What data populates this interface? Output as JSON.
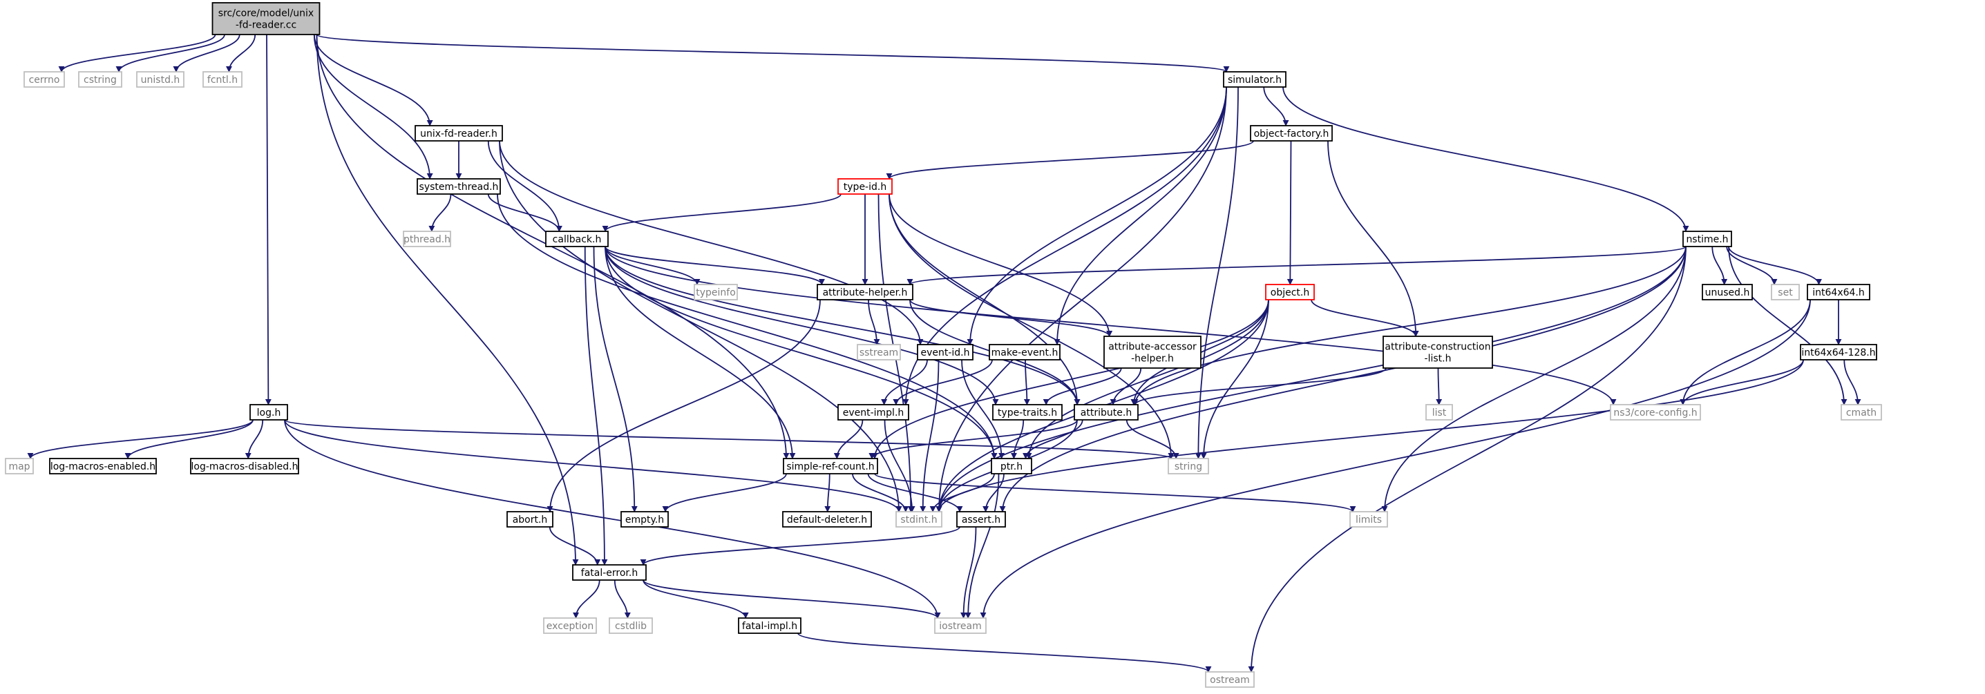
{
  "diagram": {
    "type": "include-dependency-graph",
    "colors": {
      "edge": "#191970",
      "border_default": "#000000",
      "border_external": "#bfbfbf",
      "border_truncated": "#ff0000",
      "fill_root": "#bfbfbf",
      "fill_default": "#ffffff",
      "text_default": "#000000",
      "text_external": "#7f7f7f"
    },
    "nodes": [
      {
        "id": "root",
        "lines": [
          "src/core/model/unix",
          "-fd-reader.cc"
        ],
        "kind": "root"
      },
      {
        "id": "cerrno",
        "lines": [
          "cerrno"
        ],
        "kind": "external"
      },
      {
        "id": "cstring",
        "lines": [
          "cstring"
        ],
        "kind": "external"
      },
      {
        "id": "unistd",
        "lines": [
          "unistd.h"
        ],
        "kind": "external"
      },
      {
        "id": "fcntl",
        "lines": [
          "fcntl.h"
        ],
        "kind": "external"
      },
      {
        "id": "simulator",
        "lines": [
          "simulator.h"
        ],
        "kind": "normal"
      },
      {
        "id": "unixfd",
        "lines": [
          "unix-fd-reader.h"
        ],
        "kind": "normal"
      },
      {
        "id": "objfactory",
        "lines": [
          "object-factory.h"
        ],
        "kind": "normal"
      },
      {
        "id": "systhread",
        "lines": [
          "system-thread.h"
        ],
        "kind": "normal"
      },
      {
        "id": "typeid",
        "lines": [
          "type-id.h"
        ],
        "kind": "truncated"
      },
      {
        "id": "pthread",
        "lines": [
          "pthread.h"
        ],
        "kind": "external"
      },
      {
        "id": "callback",
        "lines": [
          "callback.h"
        ],
        "kind": "normal"
      },
      {
        "id": "nstime",
        "lines": [
          "nstime.h"
        ],
        "kind": "normal"
      },
      {
        "id": "typeinfo",
        "lines": [
          "typeinfo"
        ],
        "kind": "external"
      },
      {
        "id": "attrhelper",
        "lines": [
          "attribute-helper.h"
        ],
        "kind": "normal"
      },
      {
        "id": "object",
        "lines": [
          "object.h"
        ],
        "kind": "truncated"
      },
      {
        "id": "unused",
        "lines": [
          "unused.h"
        ],
        "kind": "normal"
      },
      {
        "id": "set",
        "lines": [
          "set"
        ],
        "kind": "external"
      },
      {
        "id": "int64x64",
        "lines": [
          "int64x64.h"
        ],
        "kind": "normal"
      },
      {
        "id": "sstream",
        "lines": [
          "sstream"
        ],
        "kind": "external"
      },
      {
        "id": "eventid",
        "lines": [
          "event-id.h"
        ],
        "kind": "normal"
      },
      {
        "id": "makeevent",
        "lines": [
          "make-event.h"
        ],
        "kind": "normal"
      },
      {
        "id": "attraccessor",
        "lines": [
          "attribute-accessor",
          "-helper.h"
        ],
        "kind": "normal"
      },
      {
        "id": "attrconstr",
        "lines": [
          "attribute-construction",
          "-list.h"
        ],
        "kind": "normal"
      },
      {
        "id": "int128",
        "lines": [
          "int64x64-128.h"
        ],
        "kind": "normal"
      },
      {
        "id": "eventimpl",
        "lines": [
          "event-impl.h"
        ],
        "kind": "normal"
      },
      {
        "id": "typetraits",
        "lines": [
          "type-traits.h"
        ],
        "kind": "normal"
      },
      {
        "id": "attribute",
        "lines": [
          "attribute.h"
        ],
        "kind": "normal"
      },
      {
        "id": "list",
        "lines": [
          "list"
        ],
        "kind": "external"
      },
      {
        "id": "coreconfig",
        "lines": [
          "ns3/core-config.h"
        ],
        "kind": "external"
      },
      {
        "id": "cmath",
        "lines": [
          "cmath"
        ],
        "kind": "external"
      },
      {
        "id": "log",
        "lines": [
          "log.h"
        ],
        "kind": "normal"
      },
      {
        "id": "map",
        "lines": [
          "map"
        ],
        "kind": "external"
      },
      {
        "id": "logen",
        "lines": [
          "log-macros-enabled.h"
        ],
        "kind": "normal"
      },
      {
        "id": "logdis",
        "lines": [
          "log-macros-disabled.h"
        ],
        "kind": "normal"
      },
      {
        "id": "simplerc",
        "lines": [
          "simple-ref-count.h"
        ],
        "kind": "normal"
      },
      {
        "id": "ptr",
        "lines": [
          "ptr.h"
        ],
        "kind": "normal"
      },
      {
        "id": "string",
        "lines": [
          "string"
        ],
        "kind": "external"
      },
      {
        "id": "abort",
        "lines": [
          "abort.h"
        ],
        "kind": "normal"
      },
      {
        "id": "empty",
        "lines": [
          "empty.h"
        ],
        "kind": "normal"
      },
      {
        "id": "defdeleter",
        "lines": [
          "default-deleter.h"
        ],
        "kind": "normal"
      },
      {
        "id": "stdint",
        "lines": [
          "stdint.h"
        ],
        "kind": "external"
      },
      {
        "id": "assert",
        "lines": [
          "assert.h"
        ],
        "kind": "normal"
      },
      {
        "id": "limits",
        "lines": [
          "limits"
        ],
        "kind": "external"
      },
      {
        "id": "fatalerror",
        "lines": [
          "fatal-error.h"
        ],
        "kind": "normal"
      },
      {
        "id": "exception",
        "lines": [
          "exception"
        ],
        "kind": "external"
      },
      {
        "id": "cstdlib",
        "lines": [
          "cstdlib"
        ],
        "kind": "external"
      },
      {
        "id": "fatalimpl",
        "lines": [
          "fatal-impl.h"
        ],
        "kind": "normal"
      },
      {
        "id": "iostream",
        "lines": [
          "iostream"
        ],
        "kind": "external"
      },
      {
        "id": "ostream",
        "lines": [
          "ostream"
        ],
        "kind": "external"
      }
    ],
    "edges": [
      [
        "root",
        "cerrno"
      ],
      [
        "root",
        "cstring"
      ],
      [
        "root",
        "unistd"
      ],
      [
        "root",
        "fcntl"
      ],
      [
        "root",
        "simulator"
      ],
      [
        "root",
        "unixfd"
      ],
      [
        "root",
        "systhread"
      ],
      [
        "root",
        "log"
      ],
      [
        "root",
        "simplerc"
      ],
      [
        "root",
        "fatalerror"
      ],
      [
        "simulator",
        "objfactory"
      ],
      [
        "simulator",
        "nstime"
      ],
      [
        "simulator",
        "eventid"
      ],
      [
        "simulator",
        "makeevent"
      ],
      [
        "simulator",
        "eventimpl"
      ],
      [
        "simulator",
        "string"
      ],
      [
        "simulator",
        "stdint"
      ],
      [
        "unixfd",
        "systhread"
      ],
      [
        "unixfd",
        "callback"
      ],
      [
        "unixfd",
        "eventid"
      ],
      [
        "unixfd",
        "stdint"
      ],
      [
        "objfactory",
        "typeid"
      ],
      [
        "objfactory",
        "object"
      ],
      [
        "objfactory",
        "attrconstr"
      ],
      [
        "systhread",
        "pthread"
      ],
      [
        "systhread",
        "callback"
      ],
      [
        "systhread",
        "ptr"
      ],
      [
        "typeid",
        "callback"
      ],
      [
        "typeid",
        "attrhelper"
      ],
      [
        "typeid",
        "attraccessor"
      ],
      [
        "typeid",
        "attribute"
      ],
      [
        "typeid",
        "string"
      ],
      [
        "typeid",
        "stdint"
      ],
      [
        "callback",
        "typeinfo"
      ],
      [
        "callback",
        "attrhelper"
      ],
      [
        "callback",
        "ptr"
      ],
      [
        "callback",
        "fatalerror"
      ],
      [
        "callback",
        "empty"
      ],
      [
        "callback",
        "typetraits"
      ],
      [
        "callback",
        "attribute"
      ],
      [
        "callback",
        "simplerc"
      ],
      [
        "nstime",
        "attrhelper"
      ],
      [
        "nstime",
        "unused"
      ],
      [
        "nstime",
        "set"
      ],
      [
        "nstime",
        "int64x64"
      ],
      [
        "nstime",
        "cmath"
      ],
      [
        "nstime",
        "attribute"
      ],
      [
        "nstime",
        "stdint"
      ],
      [
        "nstime",
        "assert"
      ],
      [
        "nstime",
        "limits"
      ],
      [
        "nstime",
        "ostream"
      ],
      [
        "attrhelper",
        "sstream"
      ],
      [
        "attrhelper",
        "attribute"
      ],
      [
        "attrhelper",
        "attraccessor"
      ],
      [
        "attrhelper",
        "abort"
      ],
      [
        "object",
        "attrconstr"
      ],
      [
        "object",
        "attribute"
      ],
      [
        "object",
        "ptr"
      ],
      [
        "object",
        "simplerc"
      ],
      [
        "object",
        "string"
      ],
      [
        "object",
        "stdint"
      ],
      [
        "int64x64",
        "int128"
      ],
      [
        "int64x64",
        "coreconfig"
      ],
      [
        "int64x64",
        "iostream"
      ],
      [
        "eventid",
        "eventimpl"
      ],
      [
        "eventid",
        "ptr"
      ],
      [
        "eventid",
        "stdint"
      ],
      [
        "makeevent",
        "eventimpl"
      ],
      [
        "makeevent",
        "typetraits"
      ],
      [
        "attraccessor",
        "attribute"
      ],
      [
        "attraccessor",
        "typetraits"
      ],
      [
        "attrconstr",
        "attribute"
      ],
      [
        "attrconstr",
        "list"
      ],
      [
        "int128",
        "coreconfig"
      ],
      [
        "int128",
        "cmath"
      ],
      [
        "int128",
        "stdint"
      ],
      [
        "eventimpl",
        "simplerc"
      ],
      [
        "eventimpl",
        "stdint"
      ],
      [
        "typetraits",
        "ptr"
      ],
      [
        "attribute",
        "simplerc"
      ],
      [
        "attribute",
        "ptr"
      ],
      [
        "attribute",
        "string"
      ],
      [
        "attribute",
        "stdint"
      ],
      [
        "log",
        "map"
      ],
      [
        "log",
        "logen"
      ],
      [
        "log",
        "logdis"
      ],
      [
        "log",
        "string"
      ],
      [
        "log",
        "iostream"
      ],
      [
        "log",
        "stdint"
      ],
      [
        "simplerc",
        "empty"
      ],
      [
        "simplerc",
        "defdeleter"
      ],
      [
        "simplerc",
        "stdint"
      ],
      [
        "simplerc",
        "assert"
      ],
      [
        "simplerc",
        "limits"
      ],
      [
        "ptr",
        "stdint"
      ],
      [
        "ptr",
        "assert"
      ],
      [
        "ptr",
        "iostream"
      ],
      [
        "abort",
        "fatalerror"
      ],
      [
        "assert",
        "fatalerror"
      ],
      [
        "assert",
        "iostream"
      ],
      [
        "fatalerror",
        "exception"
      ],
      [
        "fatalerror",
        "cstdlib"
      ],
      [
        "fatalerror",
        "fatalimpl"
      ],
      [
        "fatalerror",
        "iostream"
      ],
      [
        "fatalimpl",
        "ostream"
      ],
      [
        "callback",
        "coreconfig"
      ]
    ]
  }
}
